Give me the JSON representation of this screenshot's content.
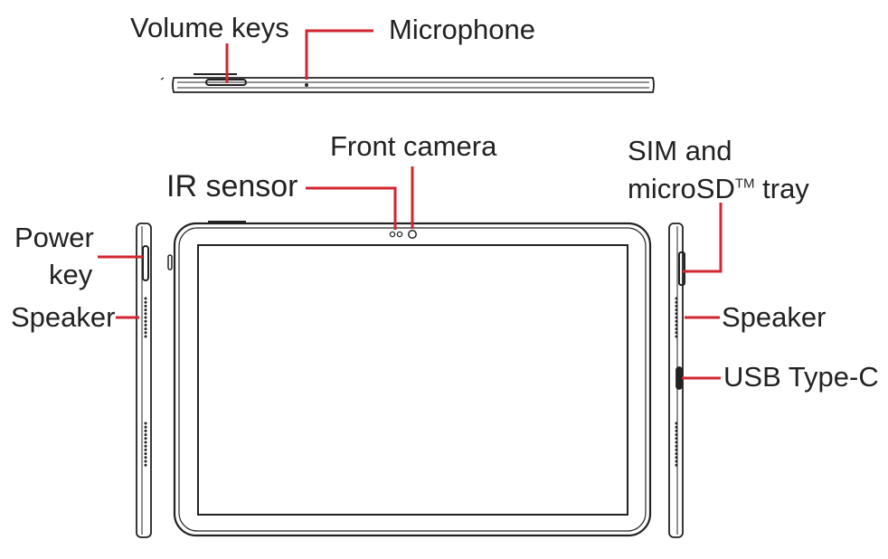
{
  "colors": {
    "callout": "#d22630",
    "outline": "#222222",
    "background": "#ffffff"
  },
  "labels": {
    "volume_keys": "Volume keys",
    "microphone": "Microphone",
    "front_camera": "Front camera",
    "ir_sensor": "IR sensor",
    "sim_tray_line1": "SIM and",
    "sim_tray_line2_prefix": "microSD",
    "sim_tray_line2_tm": "TM",
    "sim_tray_line2_suffix": " tray",
    "power_key_line1": "Power",
    "power_key_line2": "key",
    "speaker_left": "Speaker",
    "speaker_right": "Speaker",
    "usb_type_c": "USB Type-C"
  }
}
